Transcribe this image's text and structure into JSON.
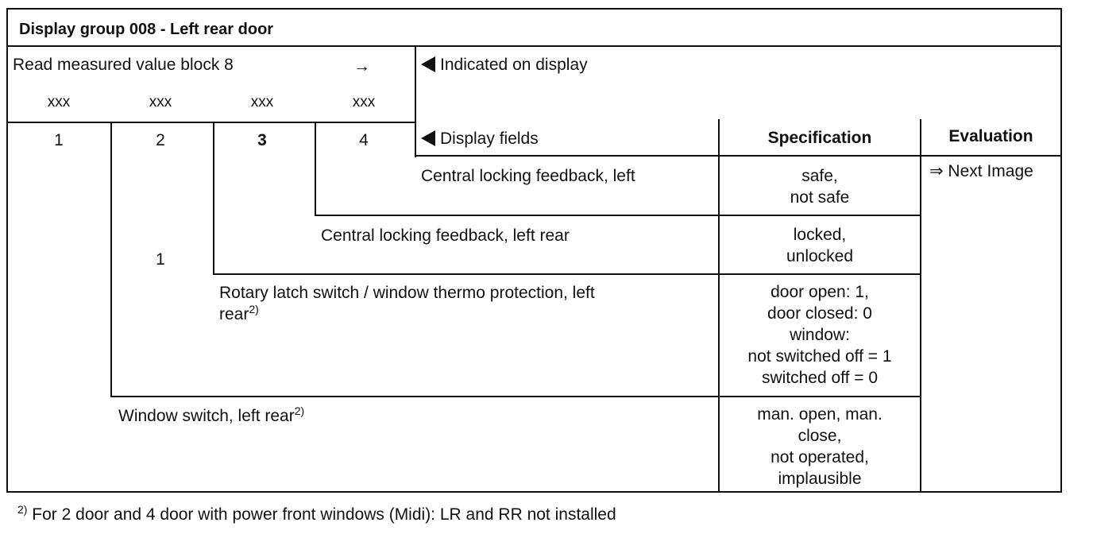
{
  "header": {
    "title": "Display group 008 - Left rear door"
  },
  "read_block": {
    "label": "Read measured value block 8",
    "arrow": "→",
    "placeholders": [
      "xxx",
      "xxx",
      "xxx",
      "xxx"
    ]
  },
  "indicated": {
    "label": "Indicated on display"
  },
  "fields_header": {
    "label": "Display fields",
    "specification": "Specification",
    "evaluation": "Evaluation"
  },
  "field_numbers": [
    "1",
    "2",
    "3",
    "4"
  ],
  "field1_value": "1",
  "rows": [
    {
      "label": "Central locking feedback, left",
      "spec": [
        "safe,",
        "not safe"
      ]
    },
    {
      "label": "Central locking feedback, left rear",
      "spec": [
        "locked,",
        "unlocked"
      ]
    },
    {
      "label": "Rotary latch switch / window thermo protection, left",
      "label2": "rear",
      "sup": "2)",
      "spec": [
        "door open:  1,",
        "door closed:  0",
        "window:",
        "not switched off = 1",
        "switched off = 0"
      ]
    },
    {
      "label": "Window switch, left rear",
      "sup": "2)",
      "spec": [
        "man. open, man.",
        "close,",
        "not operated,",
        "implausible"
      ]
    }
  ],
  "evaluation": {
    "next": "⇒ Next Image"
  },
  "footnote": {
    "marker": "2)",
    "text": "For 2 door and 4 door with power front windows (Midi):  LR and RR not installed"
  }
}
